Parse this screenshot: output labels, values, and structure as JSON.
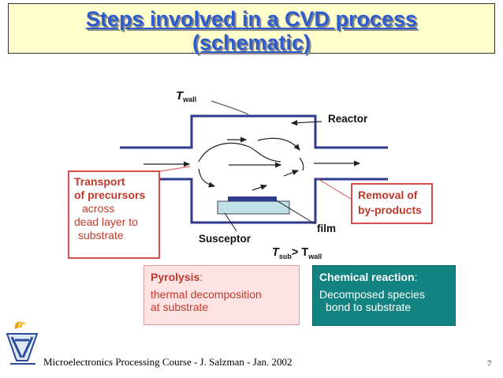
{
  "title": {
    "line1": "Steps involved in a CVD process",
    "line2": "(schematic)"
  },
  "diagram": {
    "t_wall": "T",
    "t_wall_sub": "wall",
    "reactor": "Reactor",
    "susceptor": "Susceptor",
    "film": "film",
    "t_sub": "T",
    "t_sub_sub": "sub",
    "gt": "> T",
    "t_wall2_sub": "wall"
  },
  "boxes": {
    "transport": {
      "line1": "Transport",
      "line2": "of precursors",
      "line3": "across",
      "line4": "dead layer to",
      "line5": "substrate"
    },
    "removal": {
      "line1": "Removal of",
      "line2": "by-products"
    },
    "pyrolysis": {
      "heading": "Pyrolysis",
      "colon": ":",
      "line1": "thermal decomposition",
      "line2": "at substrate"
    },
    "chemical": {
      "heading": "Chemical reaction",
      "colon": ":",
      "line1": "Decomposed species",
      "line2": "bond to substrate"
    }
  },
  "footer": {
    "text": "Microelectronics Processing Course - J. Salzman - Jan. 2002",
    "page": "7"
  },
  "colors": {
    "title_text": "#2e5ccc",
    "title_bg": "#ffffcc",
    "reactor_wall": "#2e3a8c",
    "red_border": "#d74c4c",
    "pyrolysis_bg": "#fde3e3",
    "chem_bg": "#128381"
  },
  "icons": {
    "logo": "technion-logo"
  }
}
